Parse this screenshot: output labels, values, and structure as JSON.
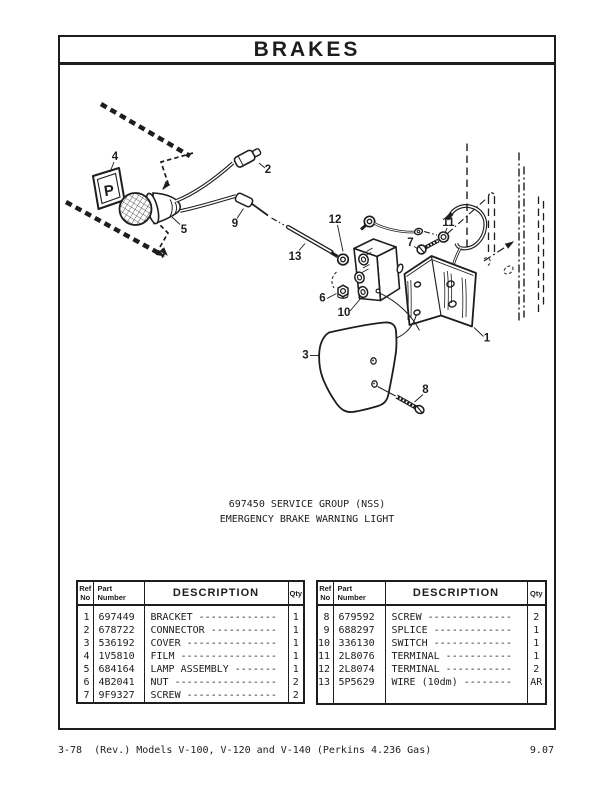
{
  "colors": {
    "ink": "#1d1d1d",
    "paper": "#ffffff"
  },
  "page": {
    "title": "BRAKES",
    "caption_line1": "697450 SERVICE GROUP (NSS)",
    "caption_line2": "EMERGENCY BRAKE WARNING LIGHT",
    "footer": {
      "page_ref": "3-78",
      "models": "(Rev.) Models V-100, V-120 and V-140 (Perkins 4.236 Gas)",
      "section": "9.07"
    }
  },
  "diagram": {
    "film_letter": "P",
    "callouts": [
      "4",
      "2",
      "5",
      "9",
      "13",
      "12",
      "11",
      "7",
      "6",
      "10",
      "1",
      "3",
      "8"
    ]
  },
  "tables": {
    "headers": {
      "ref_line1": "Ref",
      "ref_line2": "No",
      "part_line1": "Part",
      "part_line2": "Number",
      "description": "DESCRIPTION",
      "qty": "Qty"
    },
    "left": {
      "rows": [
        {
          "ref": "1",
          "part": "697449",
          "desc": "BRACKET -------------",
          "qty": "1"
        },
        {
          "ref": "2",
          "part": "678722",
          "desc": "CONNECTOR -----------",
          "qty": "1"
        },
        {
          "ref": "3",
          "part": "536192",
          "desc": "COVER ---------------",
          "qty": "1"
        },
        {
          "ref": "4",
          "part": "1V5810",
          "desc": "FILM ----------------",
          "qty": "1"
        },
        {
          "ref": "5",
          "part": "684164",
          "desc": "LAMP ASSEMBLY -------",
          "qty": "1"
        },
        {
          "ref": "6",
          "part": "4B2041",
          "desc": "NUT -----------------",
          "qty": "2"
        },
        {
          "ref": "7",
          "part": "9F9327",
          "desc": "SCREW ---------------",
          "qty": "2"
        }
      ]
    },
    "right": {
      "rows": [
        {
          "ref": "8",
          "part": "679592",
          "desc": "SCREW --------------",
          "qty": "2"
        },
        {
          "ref": "9",
          "part": "688297",
          "desc": "SPLICE -------------",
          "qty": "1"
        },
        {
          "ref": "10",
          "part": "336130",
          "desc": "SWITCH -------------",
          "qty": "1"
        },
        {
          "ref": "11",
          "part": "2L8076",
          "desc": "TERMINAL -----------",
          "qty": "1"
        },
        {
          "ref": "12",
          "part": "2L8074",
          "desc": "TERMINAL -----------",
          "qty": "2"
        },
        {
          "ref": "13",
          "part": "5P5629",
          "desc": "WIRE (10dm) --------",
          "qty": "AR"
        }
      ]
    }
  }
}
